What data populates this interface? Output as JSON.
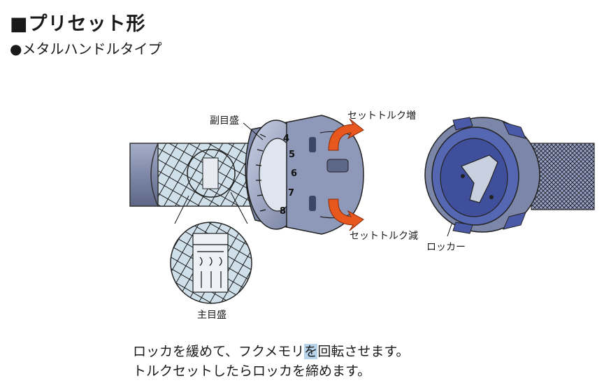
{
  "header": {
    "title": "■プリセット形",
    "subtitle": "●メタルハンドルタイプ"
  },
  "callouts": {
    "sub_scale": "副目盛",
    "torque_up": "セットトルク増",
    "torque_down": "セットトルク減",
    "locker": "ロッカー",
    "main_scale": "主目盛"
  },
  "dial_numbers": [
    "4",
    "5",
    "6",
    "7",
    "8"
  ],
  "caption": {
    "line1_before": "ロッカを緩めて、フクメモリ",
    "line1_highlight": "を",
    "line1_after": "回転させます。",
    "line2": "トルクセットしたらロッカを締めます。"
  },
  "colors": {
    "shaft": "#8d97b4",
    "mesh_bg": "#cfe0ea",
    "arrow": "#e8571e",
    "handle_blue": "#4a5aa8",
    "highlight": "#b7d4ea"
  }
}
